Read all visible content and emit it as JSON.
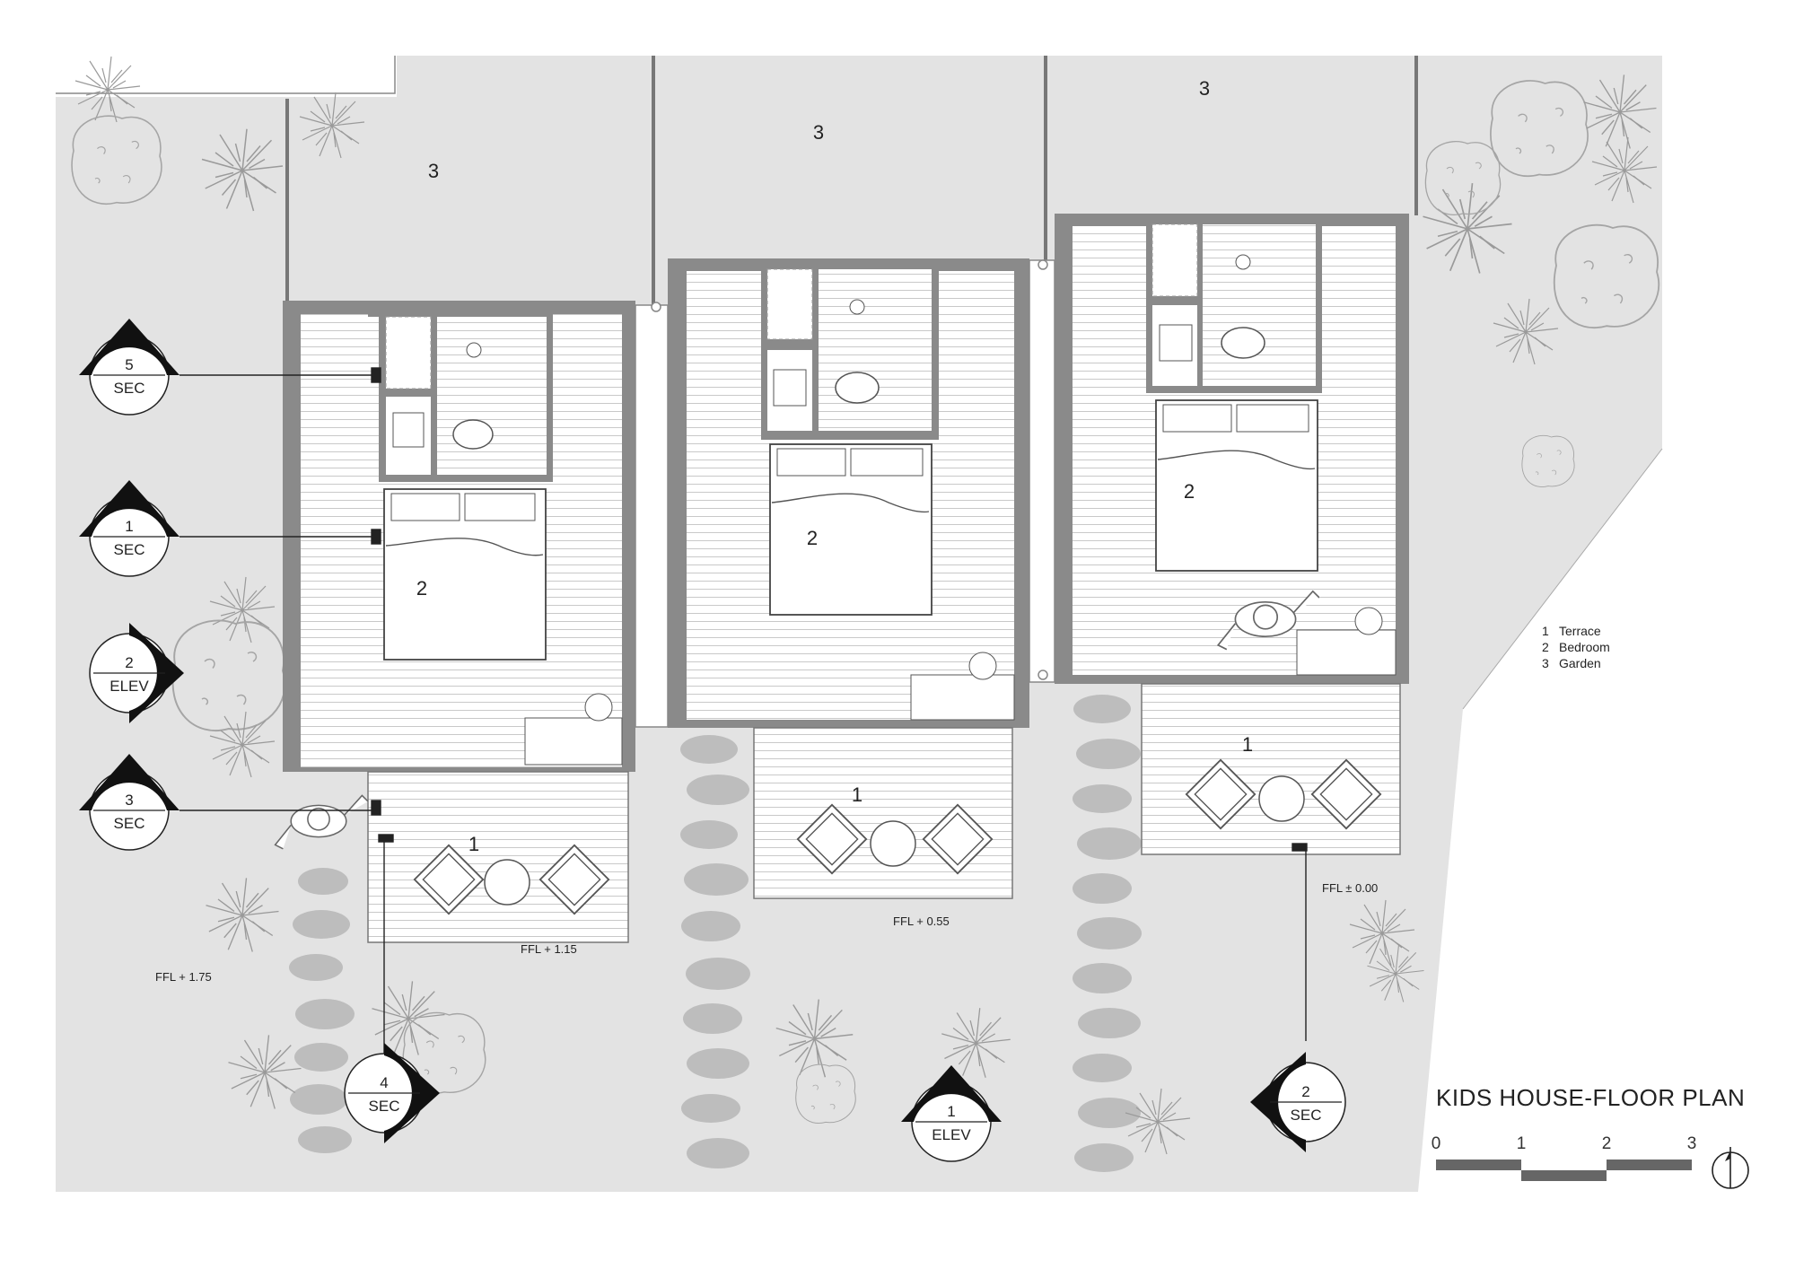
{
  "title": "KIDS HOUSE-FLOOR PLAN",
  "legend": [
    {
      "num": "1",
      "label": "Terrace"
    },
    {
      "num": "2",
      "label": "Bedroom"
    },
    {
      "num": "3",
      "label": "Garden"
    }
  ],
  "room_numbers": {
    "terrace": "1",
    "bedroom": "2",
    "garden": "3"
  },
  "levels": {
    "site": "FFL + 1.75",
    "unit_a": "FFL + 1.15",
    "unit_b": "FFL + 0.55",
    "unit_c": "FFL ± 0.00"
  },
  "markers": [
    {
      "num": "5",
      "kind": "SEC"
    },
    {
      "num": "1",
      "kind": "SEC"
    },
    {
      "num": "2",
      "kind": "ELEV"
    },
    {
      "num": "3",
      "kind": "SEC"
    },
    {
      "num": "4",
      "kind": "SEC"
    },
    {
      "num": "1",
      "kind": "ELEV"
    },
    {
      "num": "2",
      "kind": "SEC"
    }
  ],
  "scale_bar": [
    "0",
    "1",
    "2",
    "3"
  ],
  "colors": {
    "ground": "#e3e3e3",
    "wall": "#8a8a8a",
    "floor": "#ffffff",
    "line": "#555555"
  },
  "icons": [
    "north-arrow-icon",
    "plant-icon",
    "stepping-stone-icon",
    "person-icon"
  ]
}
